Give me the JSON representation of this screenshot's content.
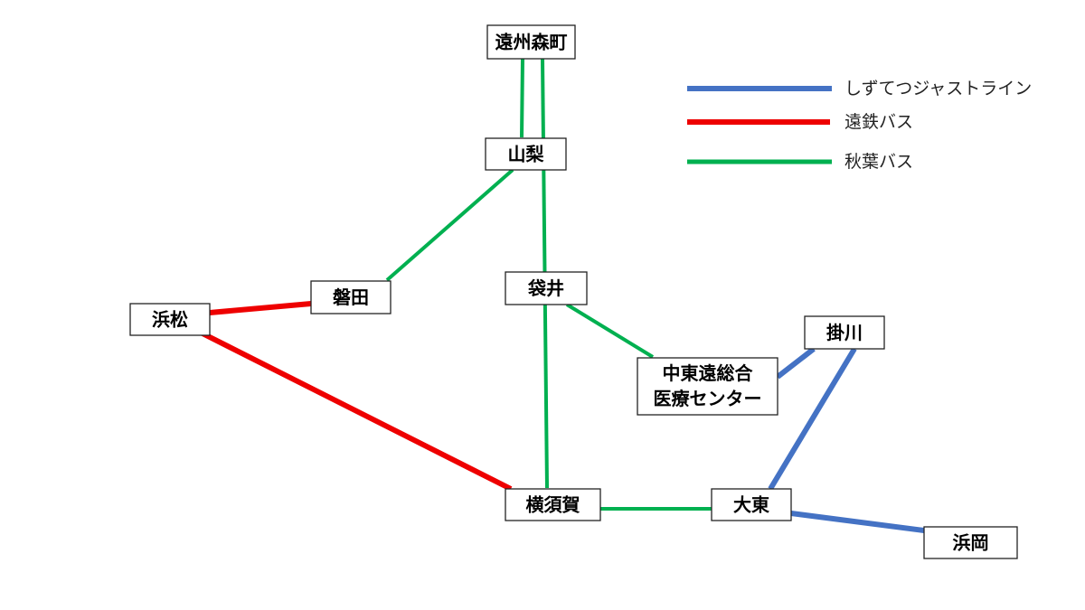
{
  "colors": {
    "shizutetsu": "#4472C4",
    "entetsu": "#EE0000",
    "akiba": "#00B050"
  },
  "legend": [
    {
      "label": "しずてつジャストライン",
      "color_key": "shizutetsu"
    },
    {
      "label": "遠鉄バス",
      "color_key": "entetsu"
    },
    {
      "label": "秋葉バス",
      "color_key": "akiba"
    }
  ],
  "stations": {
    "ensyu_morimachi": "遠州森町",
    "yamanashi": "山梨",
    "iwata": "磐田",
    "hamamatsu": "浜松",
    "fukuroi": "袋井",
    "chutoen_line1": "中東遠総合",
    "chutoen_line2": "医療センター",
    "kakegawa": "掛川",
    "yokosuka": "横須賀",
    "daito": "大東",
    "hamaoka": "浜岡"
  }
}
